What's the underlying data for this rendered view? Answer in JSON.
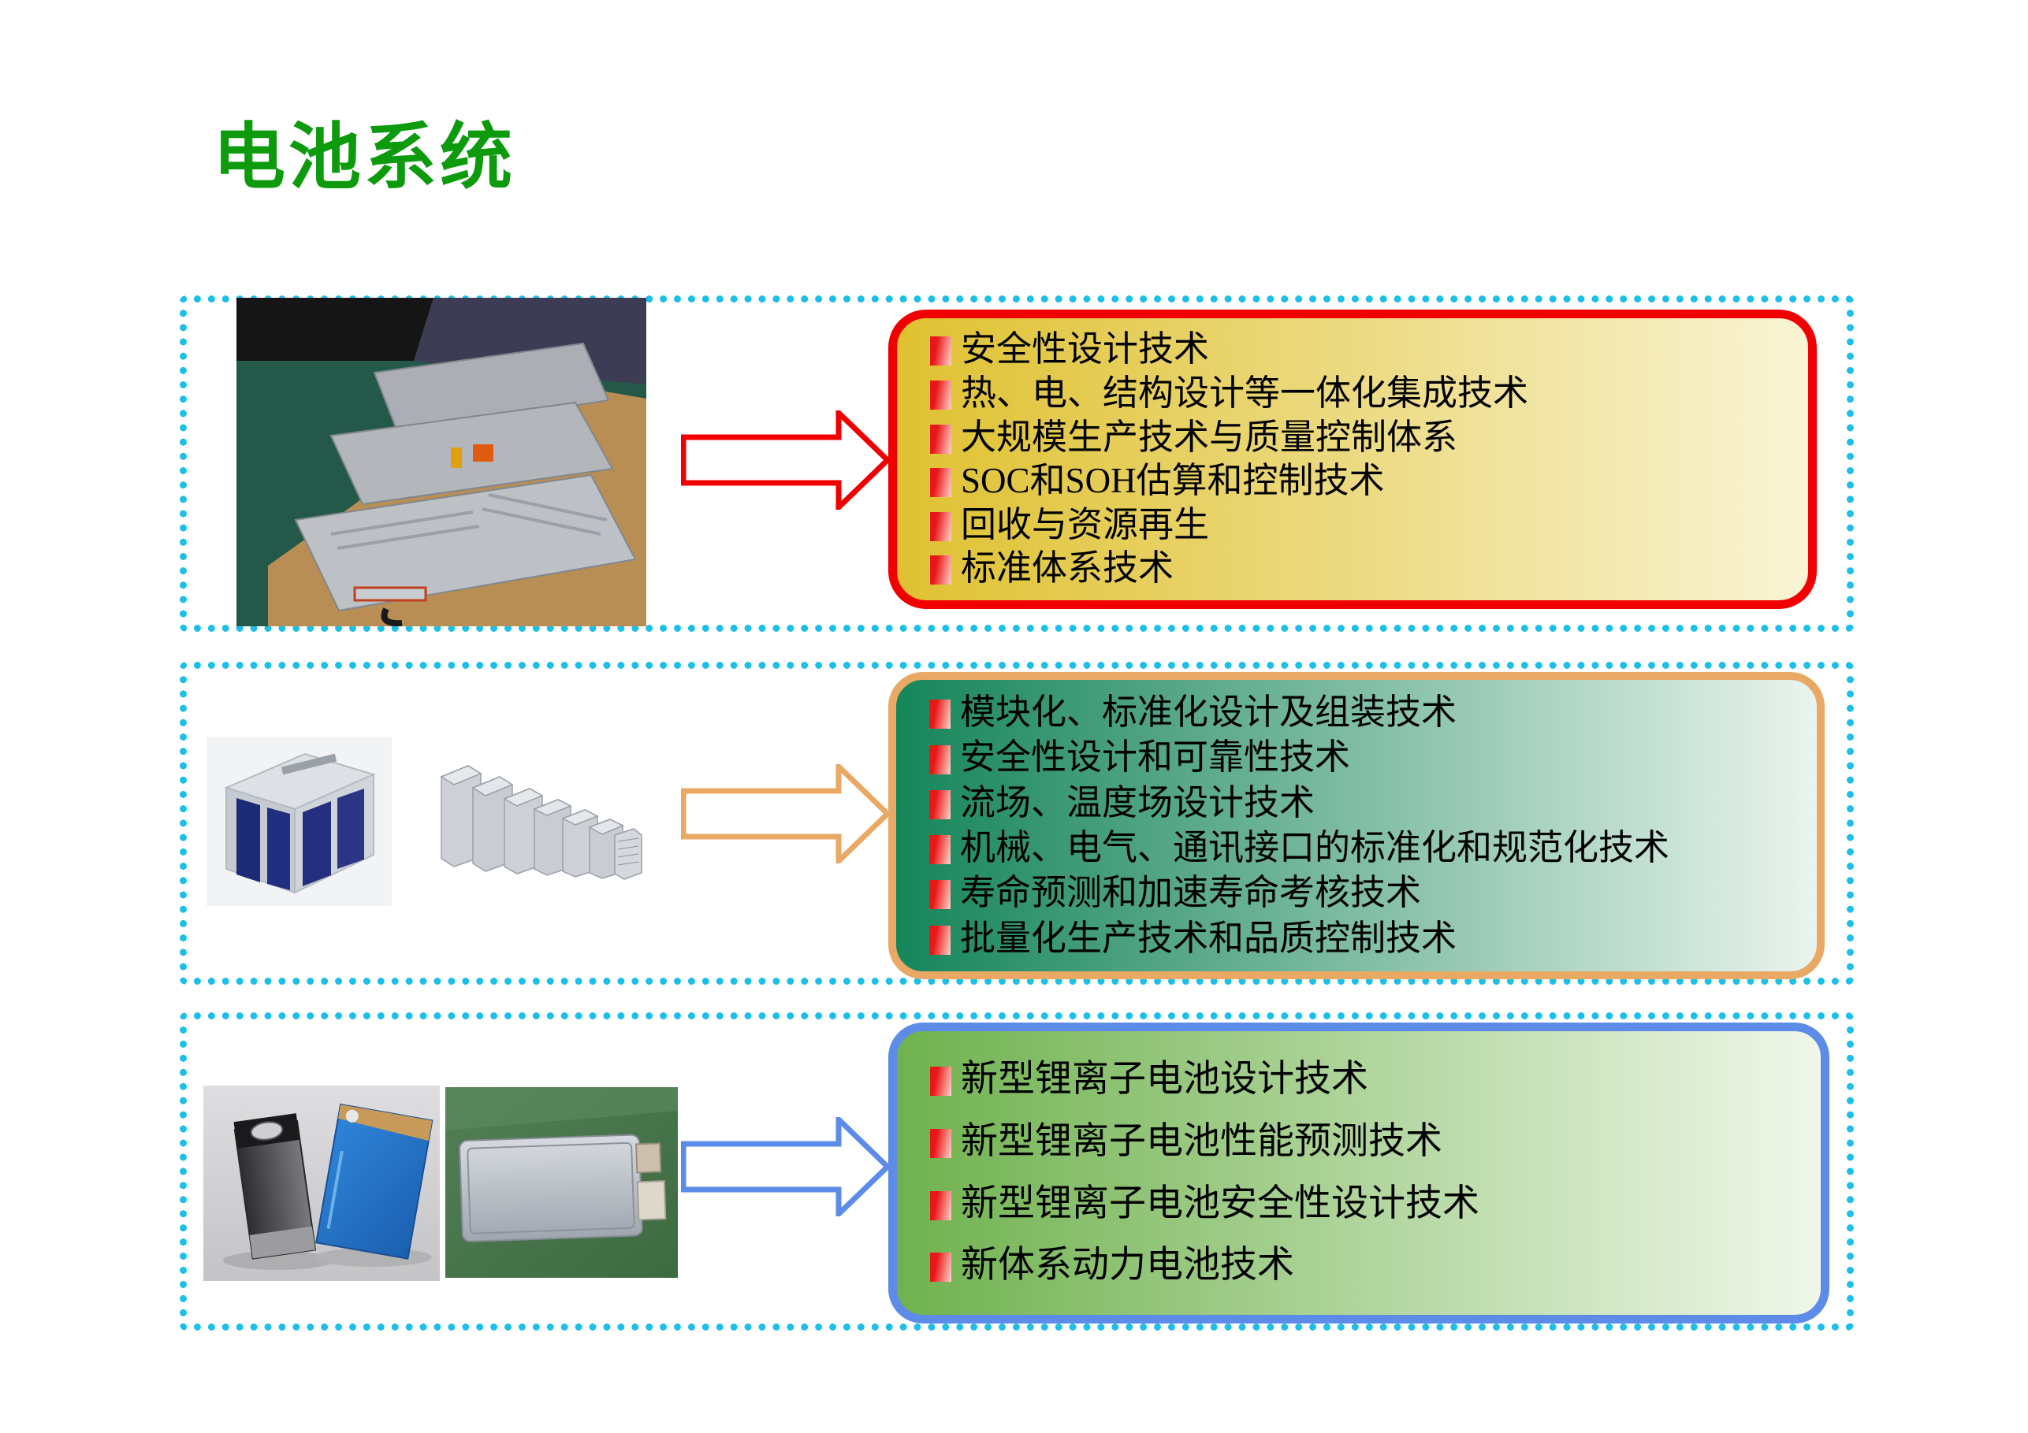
{
  "title": "电池系统",
  "colors": {
    "title_green": "#0d9b0d",
    "dotted_border_cyan": "#1cbfe8",
    "bullet_red": "#e81818",
    "text_black": "#000000"
  },
  "sections": [
    {
      "name": "battery-pack-system",
      "arrow_color": "#f00000",
      "box_border_color": "#f00000",
      "box_bg_from": "#dfc130",
      "box_bg_to": "#f9f4d4",
      "photos": [
        "battery-pack-photo"
      ],
      "items": [
        "安全性设计技术",
        "热、电、结构设计等一体化集成技术",
        "大规模生产技术与质量控制体系",
        "SOC和SOH估算和控制技术",
        "回收与资源再生",
        "标准体系技术"
      ]
    },
    {
      "name": "battery-module",
      "arrow_color": "#e9a964",
      "box_border_color": "#e9a964",
      "box_bg_from": "#15855a",
      "box_bg_to": "#eaf4ee",
      "photos": [
        "battery-module-photo",
        "module-row-photo"
      ],
      "items": [
        "模块化、标准化设计及组装技术",
        "安全性设计和可靠性技术",
        "流场、温度场设计技术",
        "机械、电气、通讯接口的标准化和规范化技术",
        "寿命预测和加速寿命考核技术",
        "批量化生产技术和品质控制技术"
      ]
    },
    {
      "name": "battery-cell",
      "arrow_color": "#5c8ce8",
      "box_border_color": "#5c8ce8",
      "box_bg_from": "#6fb24e",
      "box_bg_to": "#f0f7ea",
      "photos": [
        "prismatic-cells-photo",
        "pouch-cell-photo"
      ],
      "items": [
        "新型锂离子电池设计技术",
        "新型锂离子电池性能预测技术",
        "新型锂离子电池安全性设计技术",
        "新体系动力电池技术"
      ]
    }
  ]
}
